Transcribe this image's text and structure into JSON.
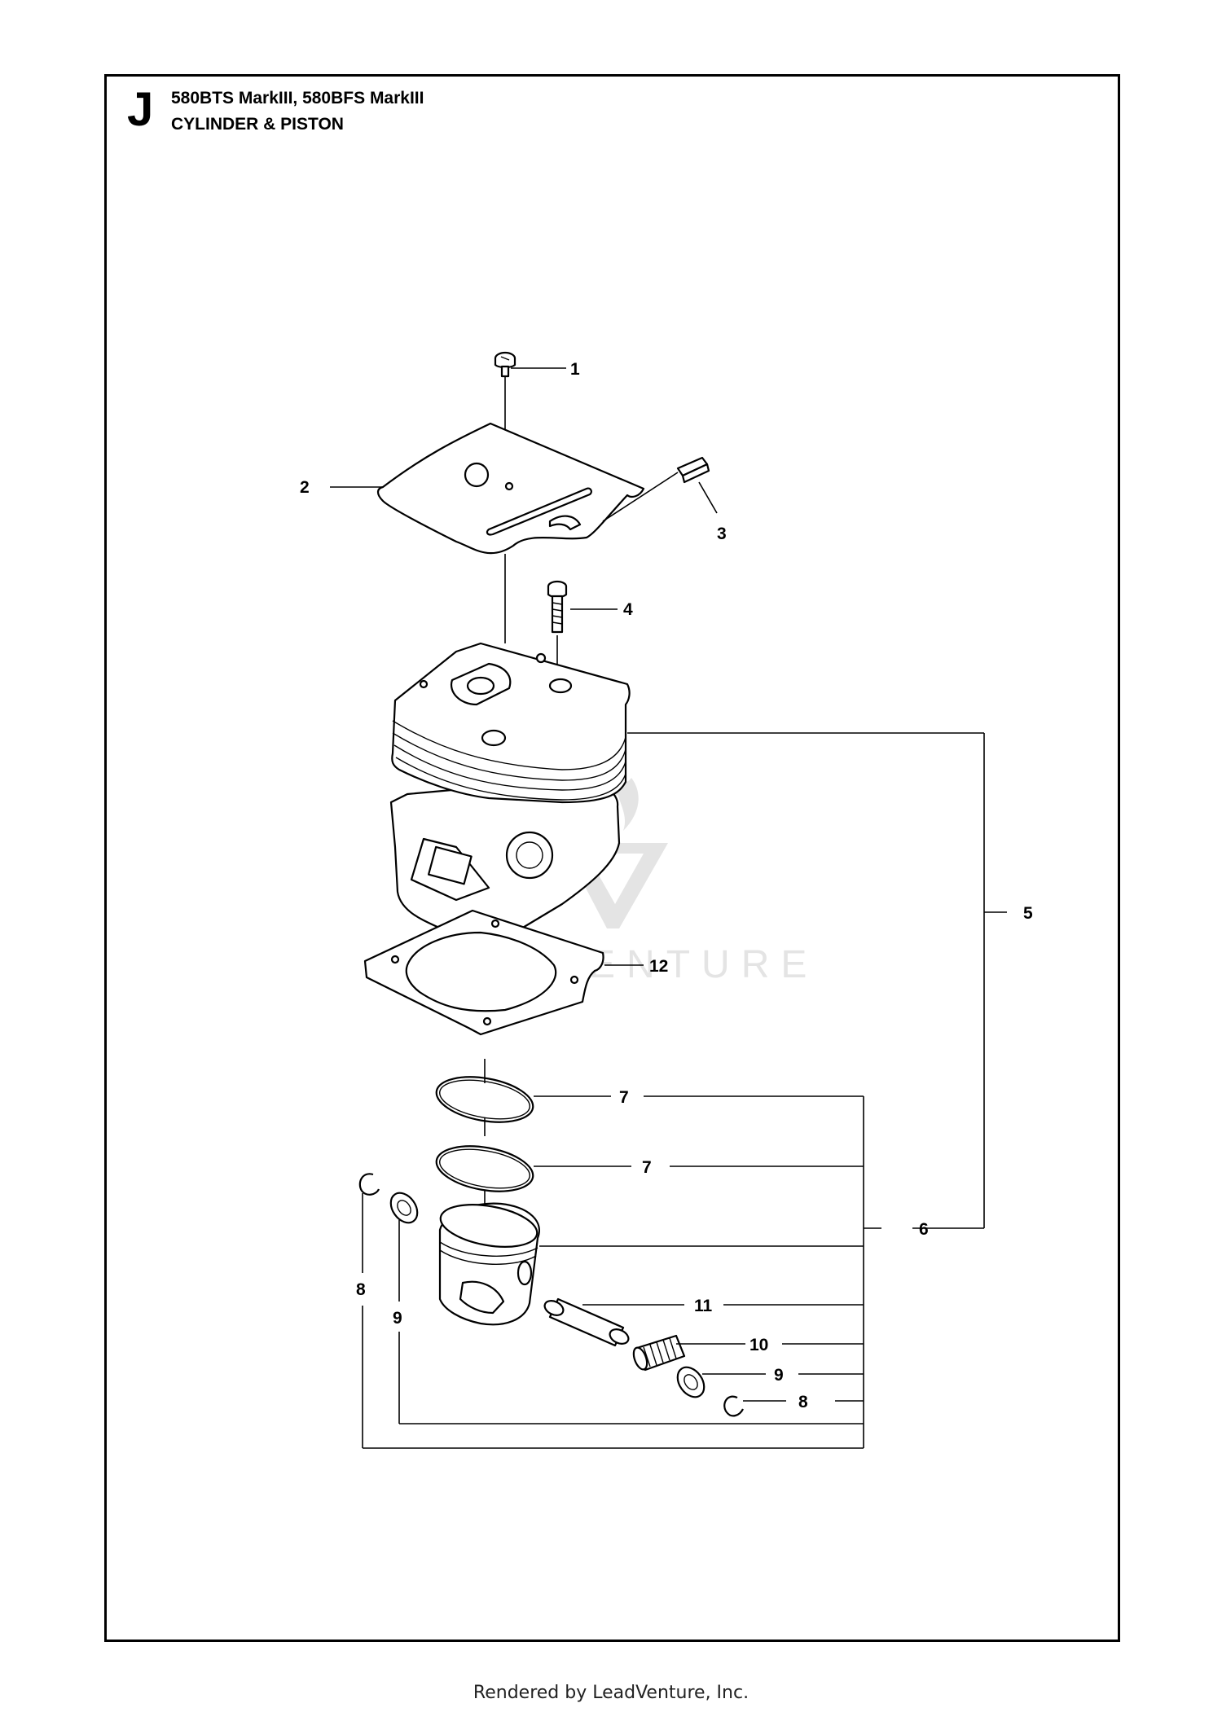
{
  "header": {
    "section_letter": "J",
    "models": "580BTS MarkIII, 580BFS MarkIII",
    "assembly": "CYLINDER & PISTON"
  },
  "watermark": {
    "text": "LEADVENTURE"
  },
  "callouts": {
    "c1": "1",
    "c2": "2",
    "c3": "3",
    "c4": "4",
    "c5": "5",
    "c6": "6",
    "c7a": "7",
    "c7b": "7",
    "c8a": "8",
    "c8b": "8",
    "c9a": "9",
    "c9b": "9",
    "c10": "10",
    "c11": "11",
    "c12": "12"
  },
  "footer": {
    "text": "Rendered by LeadVenture, Inc."
  }
}
